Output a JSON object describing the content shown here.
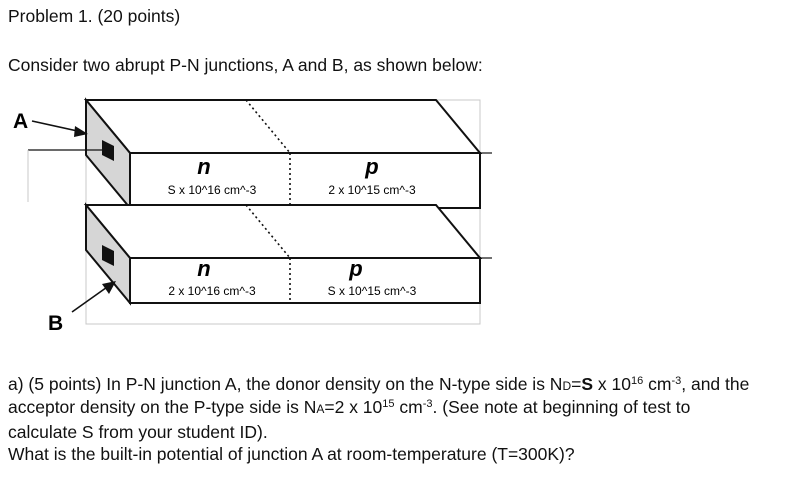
{
  "problem": {
    "title": "Problem 1. (20 points)",
    "intro": "Consider two abrupt P-N junctions, A and B, as shown below:"
  },
  "figure": {
    "label_a": "A",
    "label_b": "B",
    "junction_a": {
      "n_label": "n",
      "n_conc": "S x 10^16 cm^-3",
      "p_label": "p",
      "p_conc": "2 x 10^15 cm^-3"
    },
    "junction_b": {
      "n_label": "n",
      "n_conc": "2 x 10^16 cm^-3",
      "p_label": "p",
      "p_conc": "S x 10^15 cm^-3"
    }
  },
  "question": {
    "part_label": "a) (5 points) In P-N junction A, the donor density on the N-type side is N",
    "nd_sub": "D",
    "nd_eq": "=",
    "nd_s": "S",
    "nd_mult": " x 10",
    "nd_exp": "16",
    "nd_unit": " cm",
    "nd_unit_exp": "-3",
    "line1_end": ", and the",
    "line2_start": "acceptor density on the P-type side is N",
    "na_sub": "A",
    "na_val": "=2 x 10",
    "na_exp": "15",
    "na_unit": " cm",
    "na_unit_exp": "-3",
    "line2_end": ".  (See note at beginning of test to",
    "line3": "calculate S from your student ID).",
    "line4": "What is the built-in potential of junction A at room-temperature (T=300K)?"
  }
}
